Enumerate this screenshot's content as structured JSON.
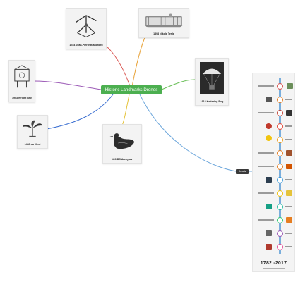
{
  "mindmap": {
    "central": {
      "label": "Historic Landmarks Drones"
    },
    "detail_tag": {
      "label": "Details"
    },
    "branches": [
      {
        "id": "archytas",
        "caption": "1784 Jean-Pierre Blanchard",
        "color": "#d9534f"
      },
      {
        "id": "tesla",
        "caption": "1898 Nikola Tesla",
        "color": "#e8a33a"
      },
      {
        "id": "kettering",
        "caption": "1918 Kettering Bug",
        "color": "#6bbf59"
      },
      {
        "id": "wright",
        "caption": "1903 Wright Brothers",
        "color": "#9b59b6"
      },
      {
        "id": "leonardo",
        "caption": "1483 da Vinci",
        "color": "#3b6fd1"
      },
      {
        "id": "bird",
        "caption": "400 BC Archytas",
        "color": "#e5c33a"
      },
      {
        "id": "timeline",
        "caption": "",
        "color": "#6fa8dc"
      }
    ],
    "timeline": {
      "title": "1782 -2017"
    }
  }
}
